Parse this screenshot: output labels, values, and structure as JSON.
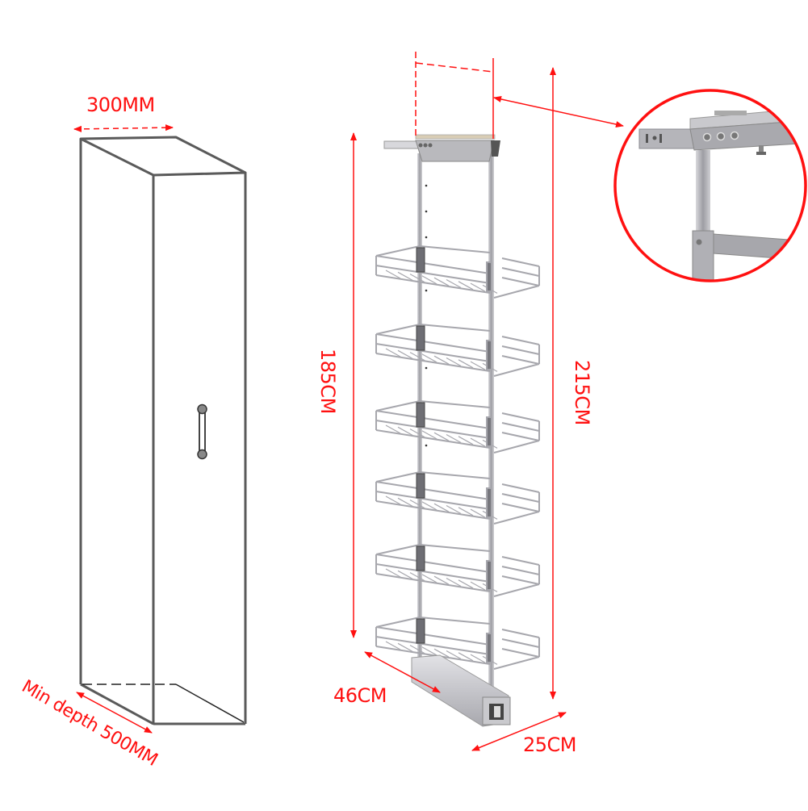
{
  "diagram": {
    "subject": "Pull-out pantry basket rack with tall cabinet",
    "colors": {
      "dimension_red": "#ff1010",
      "cabinet_line": "#555555",
      "chrome_wire": "#b8b8bc",
      "frame_gray": "#a9a9ad",
      "background": "#ffffff"
    },
    "cabinet": {
      "label": "Tall cabinet (line drawing)",
      "width_label": "300MM",
      "min_depth_label": "Min depth 500MM",
      "handle": "vertical-bar-handle"
    },
    "rack": {
      "label": "Pull-out basket rack",
      "basket_count": 6,
      "height_label": "185CM",
      "total_height_label": "215CM",
      "depth_label": "46CM",
      "width_label": "25CM"
    },
    "detail_callout": {
      "label": "Top mounting bracket detail",
      "shape": "circle"
    }
  }
}
